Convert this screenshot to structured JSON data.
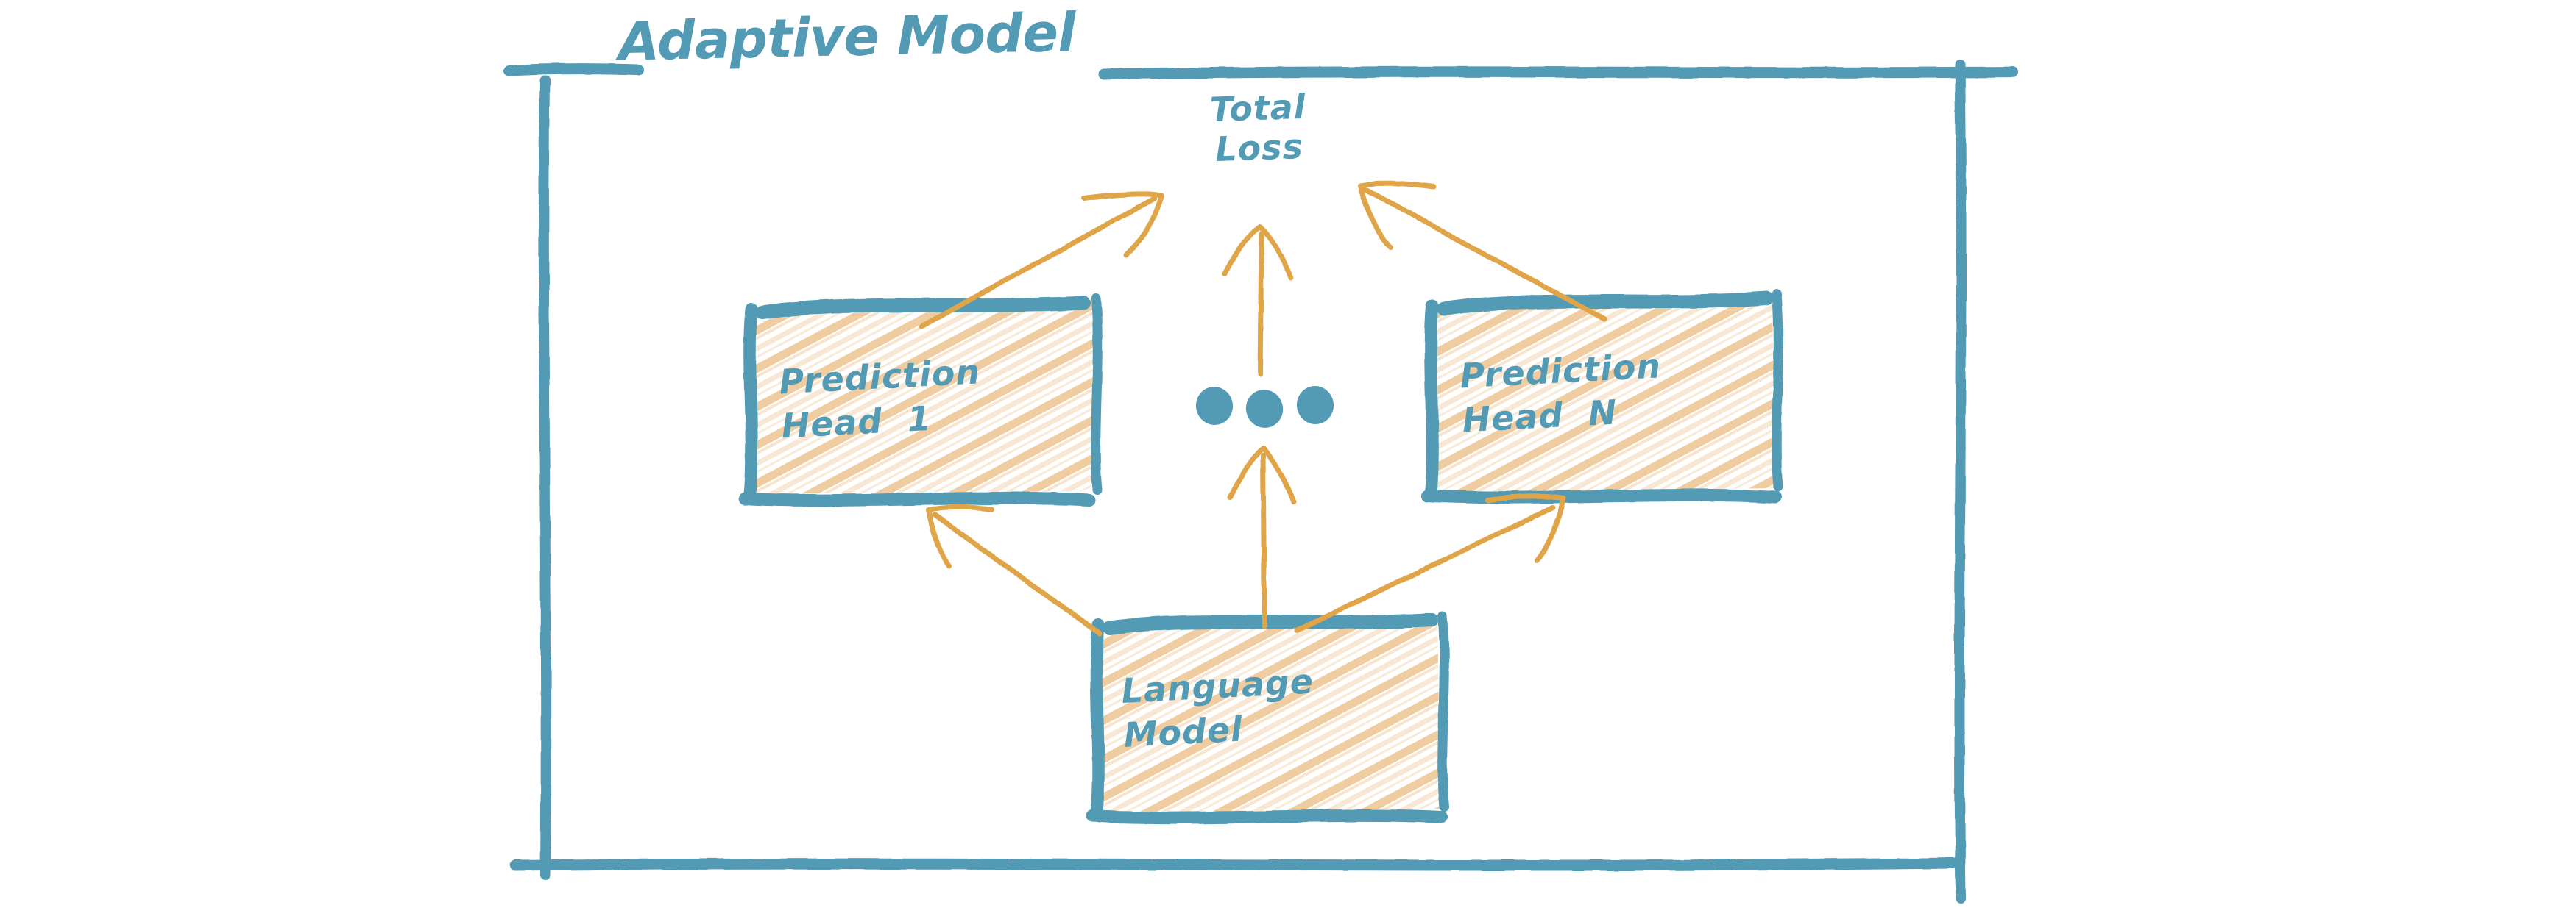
{
  "diagram": {
    "title": "Adaptive Model",
    "style": "hand-drawn sketch",
    "colors": {
      "ink": "#539ab4",
      "arrow": "#e0a449",
      "hatch": "#edc28c",
      "background": "#ffffff"
    },
    "nodes": [
      {
        "id": "total-loss",
        "label": "Total\nLoss",
        "kind": "label"
      },
      {
        "id": "prediction-head-1",
        "label": "Prediction\nHead  1",
        "kind": "box"
      },
      {
        "id": "ellipsis",
        "label": "●●●",
        "kind": "ellipsis"
      },
      {
        "id": "prediction-head-n",
        "label": "Prediction\nHead  N",
        "kind": "box"
      },
      {
        "id": "language-model",
        "label": "Language\nModel",
        "kind": "box"
      }
    ],
    "edges": [
      {
        "from": "prediction-head-1",
        "to": "total-loss"
      },
      {
        "from": "ellipsis",
        "to": "total-loss"
      },
      {
        "from": "prediction-head-n",
        "to": "total-loss"
      },
      {
        "from": "language-model",
        "to": "prediction-head-1"
      },
      {
        "from": "language-model",
        "to": "ellipsis"
      },
      {
        "from": "language-model",
        "to": "prediction-head-n"
      }
    ]
  }
}
